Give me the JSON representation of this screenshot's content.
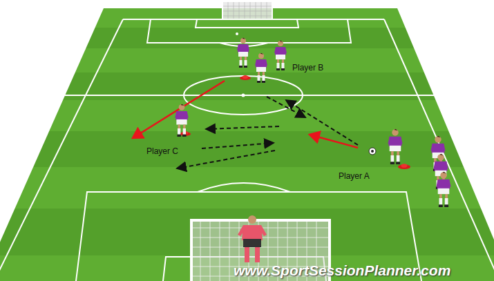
{
  "diagram": {
    "labels": [
      "Player B",
      "Player C",
      "Player A",
      "www.SportSessionPlanner.com"
    ]
  }
}
